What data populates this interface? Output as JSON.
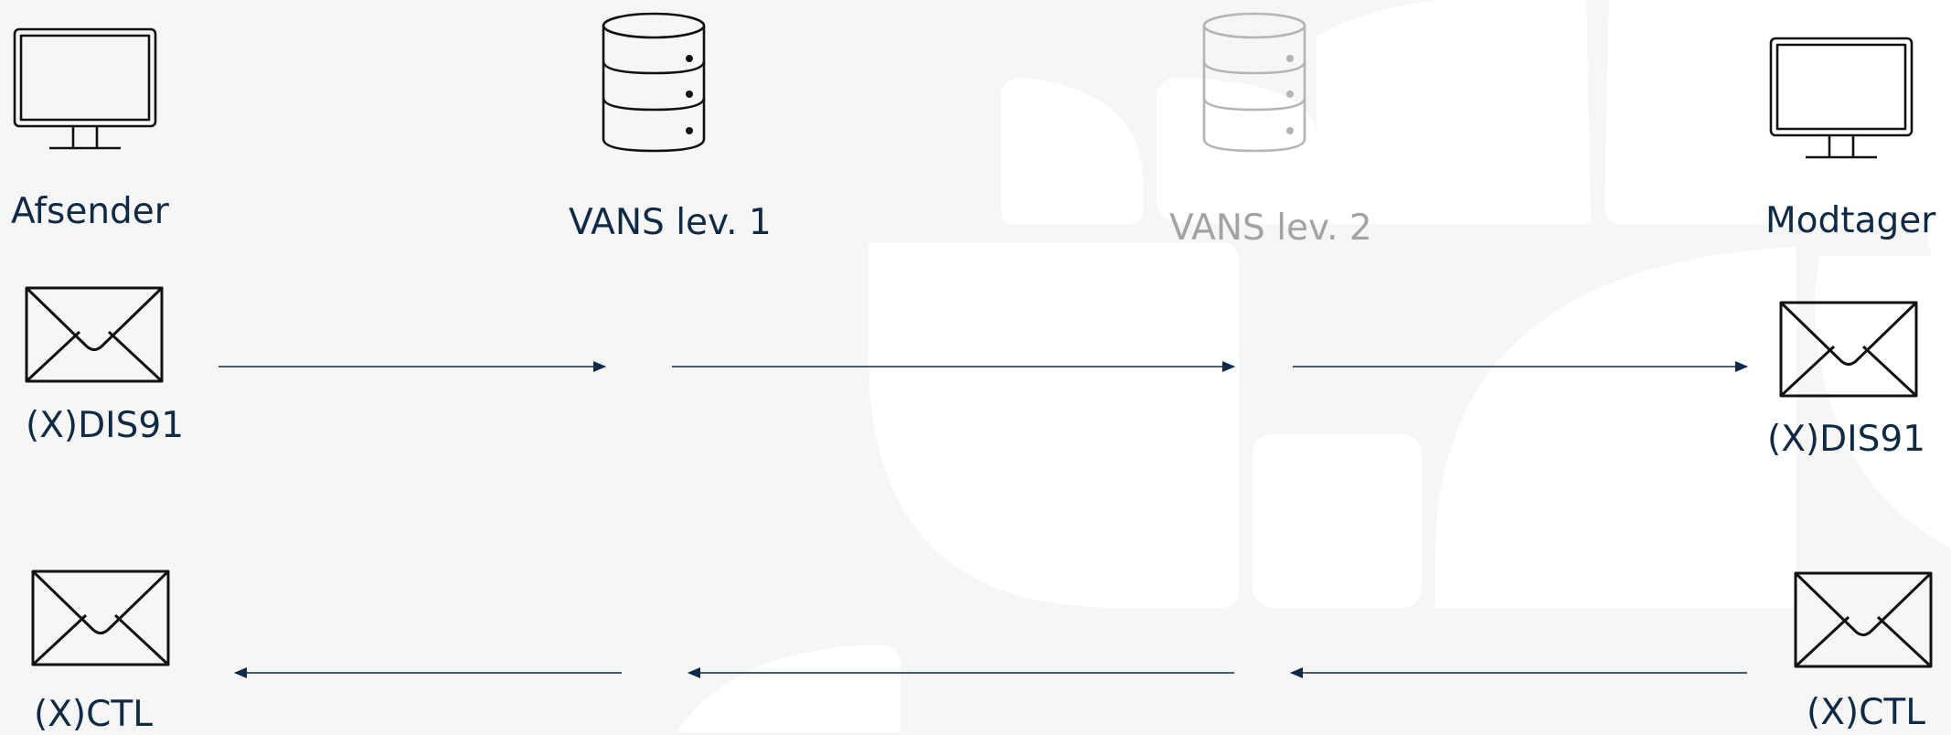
{
  "colors": {
    "background": "#f6f6f6",
    "decor": "#ffffff",
    "text": "#0f2a44",
    "muted_text": "#a3a3a3",
    "icon_stroke": "#111111",
    "muted_icon_stroke": "#b5b5b5",
    "arrow": "#0f2a44"
  },
  "nodes": {
    "sender": {
      "label": "Afsender",
      "icon": "monitor-icon"
    },
    "vans1": {
      "label": "VANS lev. 1",
      "icon": "database-icon"
    },
    "vans2": {
      "label": "VANS lev. 2",
      "icon": "database-icon"
    },
    "receiver": {
      "label": "Modtager",
      "icon": "monitor-icon"
    }
  },
  "messages": {
    "sender_dis91": {
      "label": "(X)DIS91",
      "icon": "envelope-icon"
    },
    "receiver_dis91": {
      "label": "(X)DIS91",
      "icon": "envelope-icon"
    },
    "sender_ctl": {
      "label": "(X)CTL",
      "icon": "envelope-icon"
    },
    "receiver_ctl": {
      "label": "(X)CTL",
      "icon": "envelope-icon"
    }
  },
  "flows": {
    "dis91_direction": "right",
    "ctl_direction": "left"
  }
}
